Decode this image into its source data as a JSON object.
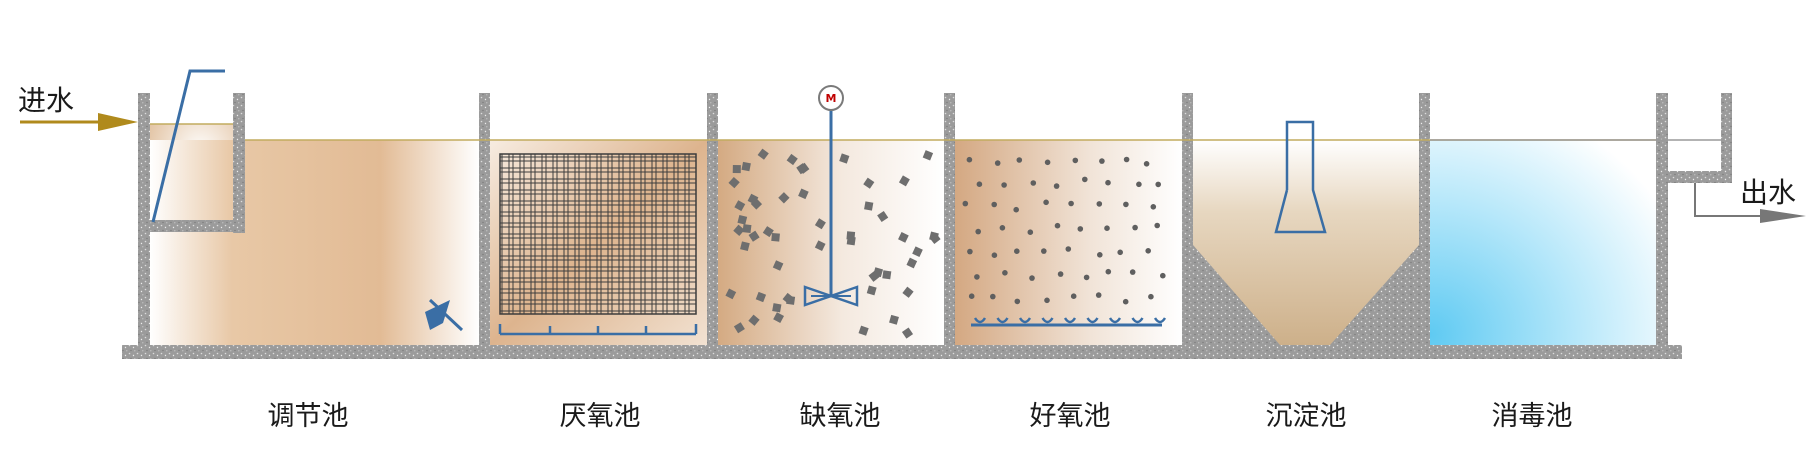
{
  "inlet": {
    "label": "进水"
  },
  "outlet": {
    "label": "出水"
  },
  "motor": {
    "label": "M"
  },
  "tanks": [
    {
      "label": "调节池"
    },
    {
      "label": "厌氧池"
    },
    {
      "label": "缺氧池"
    },
    {
      "label": "好氧池"
    },
    {
      "label": "沉淀池"
    },
    {
      "label": "消毒池"
    }
  ],
  "colors": {
    "concrete": "#9a9a9a",
    "sludge": "#dcb48e",
    "disinfection": "#74d2f3",
    "pipe": "#3a6ea5",
    "inlet_arrow": "#b08a1c",
    "outlet_arrow": "#777777",
    "water_line": "#c2ab5e",
    "motor": "#c00000"
  }
}
